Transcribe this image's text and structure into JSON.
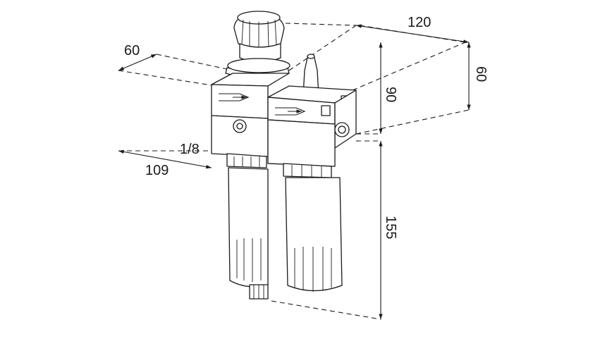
{
  "dimensions": {
    "width_top": "120",
    "depth_left": "60",
    "depth_right": "60",
    "height_upper": "90",
    "width_front": "109",
    "port": "1/8",
    "height_total": "155"
  },
  "colors": {
    "line": "#1a1a1a",
    "background": "#ffffff"
  }
}
